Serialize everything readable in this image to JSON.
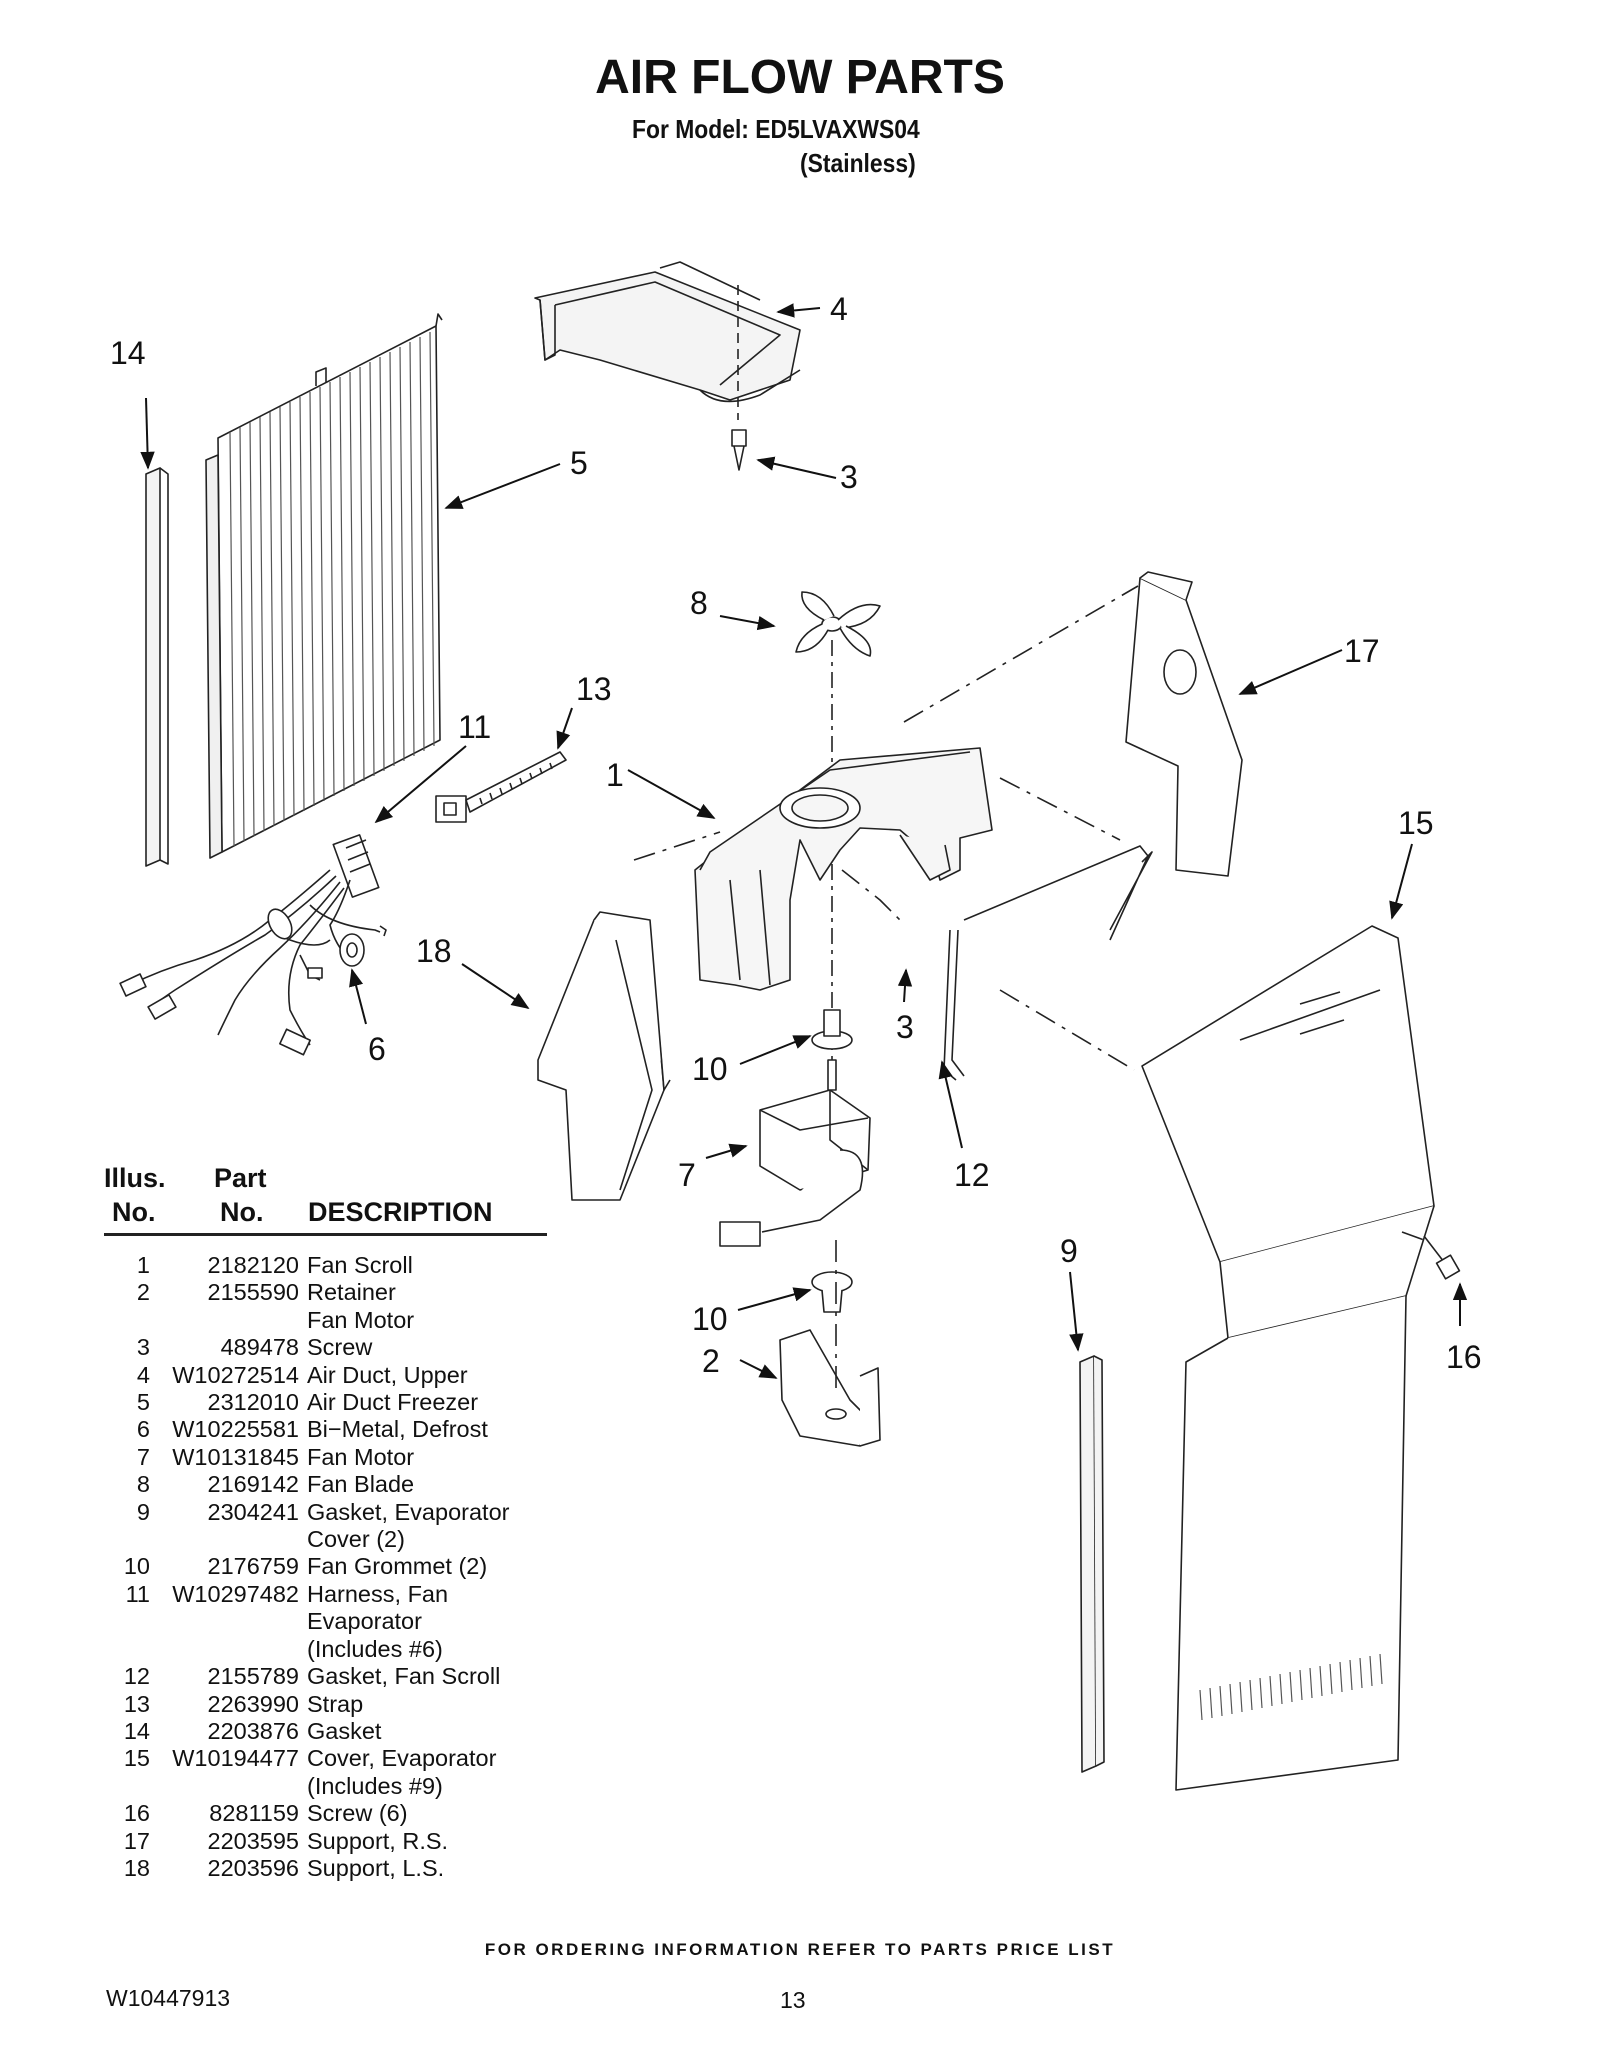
{
  "header": {
    "title": "AIR FLOW PARTS",
    "model_line": "For Model: ED5LVAXWS04",
    "finish_line": "(Stainless)"
  },
  "callouts": [
    "14",
    "4",
    "3",
    "5",
    "8",
    "17",
    "13",
    "11",
    "1",
    "15",
    "18",
    "3",
    "6",
    "10",
    "12",
    "7",
    "9",
    "10",
    "16",
    "2"
  ],
  "parts_table": {
    "headers": {
      "illus_line1": "Illus.",
      "illus_line2": "No.",
      "part_line1": "Part",
      "part_line2": "No.",
      "description": "DESCRIPTION"
    },
    "rows": [
      {
        "illus": "1",
        "part": "2182120",
        "description": "Fan Scroll"
      },
      {
        "illus": "2",
        "part": "2155590",
        "description": "Retainer\nFan Motor"
      },
      {
        "illus": "3",
        "part": "489478",
        "description": "Screw"
      },
      {
        "illus": "4",
        "part": "W10272514",
        "description": "Air Duct, Upper"
      },
      {
        "illus": "5",
        "part": "2312010",
        "description": "Air Duct Freezer"
      },
      {
        "illus": "6",
        "part": "W10225581",
        "description": "Bi−Metal, Defrost"
      },
      {
        "illus": "7",
        "part": "W10131845",
        "description": "Fan Motor"
      },
      {
        "illus": "8",
        "part": "2169142",
        "description": "Fan Blade"
      },
      {
        "illus": "9",
        "part": "2304241",
        "description": "Gasket, Evaporator\nCover (2)"
      },
      {
        "illus": "10",
        "part": "2176759",
        "description": "Fan Grommet (2)"
      },
      {
        "illus": "11",
        "part": "W10297482",
        "description": "Harness, Fan\nEvaporator\n(Includes #6)"
      },
      {
        "illus": "12",
        "part": "2155789",
        "description": "Gasket, Fan Scroll"
      },
      {
        "illus": "13",
        "part": "2263990",
        "description": "Strap"
      },
      {
        "illus": "14",
        "part": "2203876",
        "description": "Gasket"
      },
      {
        "illus": "15",
        "part": "W10194477",
        "description": "Cover, Evaporator\n(Includes #9)"
      },
      {
        "illus": "16",
        "part": "8281159",
        "description": "Screw (6)"
      },
      {
        "illus": "17",
        "part": "2203595",
        "description": "Support, R.S."
      },
      {
        "illus": "18",
        "part": "2203596",
        "description": "Support, L.S."
      }
    ]
  },
  "footer": {
    "ordering_note": "FOR ORDERING INFORMATION REFER TO PARTS PRICE LIST",
    "document_number": "W10447913",
    "page_number": "13"
  }
}
